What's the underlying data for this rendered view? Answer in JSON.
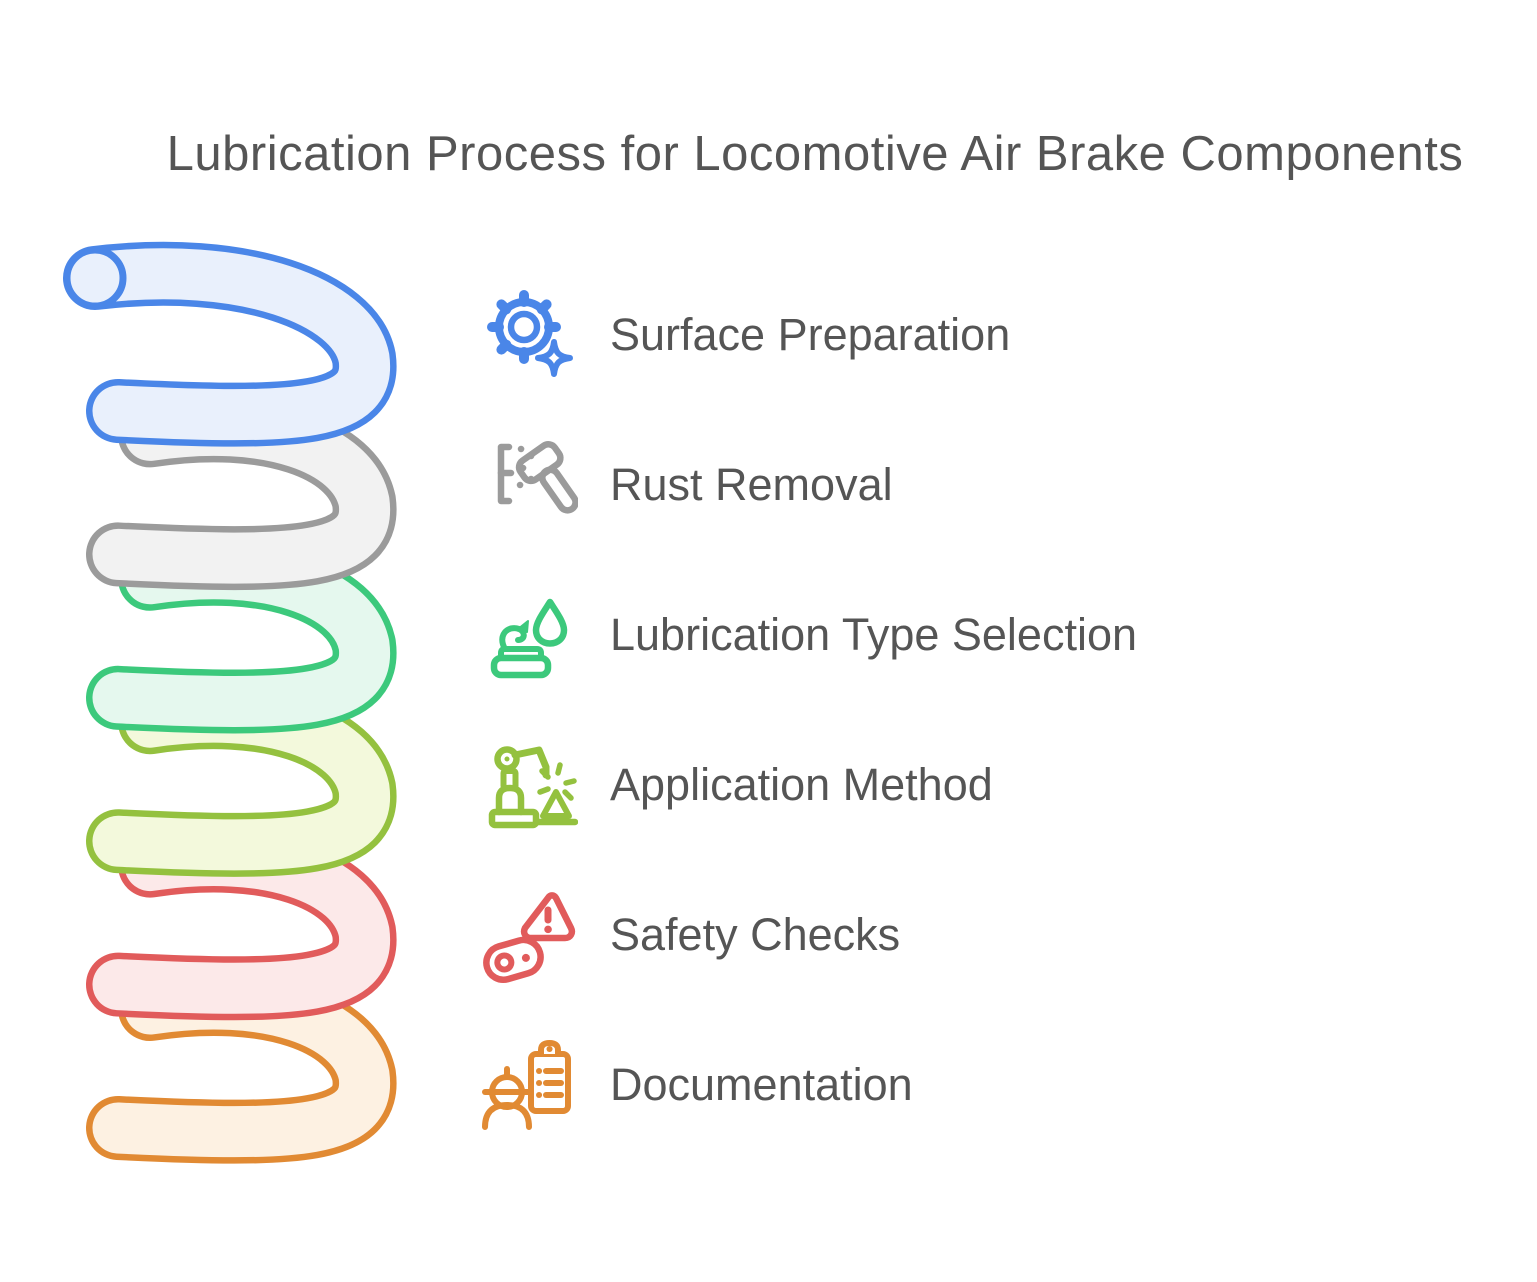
{
  "title": "Lubrication Process for Locomotive Air Brake Components",
  "text_color": "#555555",
  "background": "#ffffff",
  "steps": [
    {
      "label": "Surface Preparation",
      "icon": "gear-sparkle-icon",
      "color": "#4a86e8",
      "loop_fill": "#e9f0fc"
    },
    {
      "label": "Rust Removal",
      "icon": "hammer-chisel-icon",
      "color": "#9b9b9b",
      "loop_fill": "#f2f2f2"
    },
    {
      "label": "Lubrication Type Selection",
      "icon": "grease-droplet-icon",
      "color": "#3cc97c",
      "loop_fill": "#e5f8ee"
    },
    {
      "label": "Application Method",
      "icon": "robot-arm-icon",
      "color": "#94c13f",
      "loop_fill": "#f3f9dc"
    },
    {
      "label": "Safety Checks",
      "icon": "warning-chain-icon",
      "color": "#e15b5b",
      "loop_fill": "#fce9e9"
    },
    {
      "label": "Documentation",
      "icon": "worker-clipboard-icon",
      "color": "#e18a33",
      "loop_fill": "#fdf1e2"
    }
  ]
}
